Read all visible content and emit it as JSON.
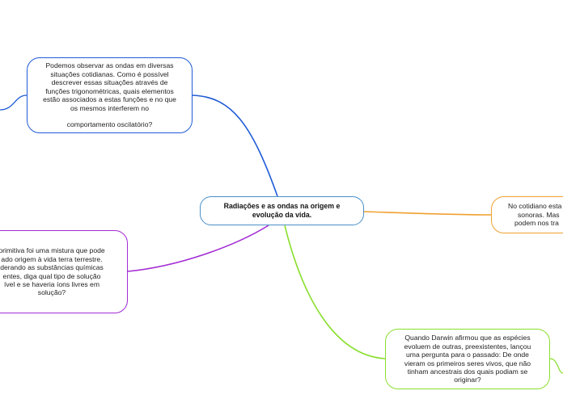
{
  "central": {
    "lines": [
      "Radiações e as ondas na origem e",
      "evolução da vida."
    ]
  },
  "topics": {
    "waves": {
      "lines": [
        "Podemos observar as ondas em diversas",
        "situações cotidianas. Como é possível",
        "descrever essas situações através de",
        "funções trigonométricas, quais elementos",
        "estão associados a estas funções e no que",
        "os mesmos interferem no",
        "comportamento oscilatório?"
      ]
    },
    "primitive": {
      "lines": [
        "primitiva foi uma mistura que pode",
        "ado origem à vida terra terrestre.",
        "derando as substâncias químicas",
        "entes, diga qual tipo de solução",
        "ível e se haveria íons livres em",
        "solução?"
      ]
    },
    "daily": {
      "lines": [
        "No cotidiano esta",
        "sonoras. Mas",
        "podem nos tra"
      ]
    },
    "darwin": {
      "lines": [
        "Quando Darwin afirmou que as espécies",
        "evoluem de outras, preexistentes, lançou",
        "uma pergunta para o passado: De onde",
        "vieram os primeiros seres vivos, que não",
        "tinham ancestrais dos quais podiam se",
        "originar?"
      ]
    }
  },
  "colors": {
    "central_border": "#4a90c8",
    "waves": "#1f5bd6",
    "primitive": "#a32bd4",
    "daily": "#f0a030",
    "darwin": "#8adf2f"
  }
}
